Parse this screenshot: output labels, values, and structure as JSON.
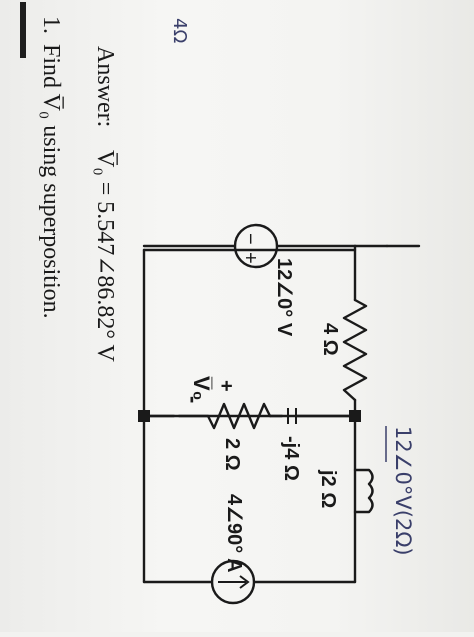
{
  "problem": {
    "number": "1.",
    "text": "Find V̅₀ using superposition."
  },
  "answer": {
    "label": "Answer:",
    "expression": "V̅₀ = 5.547∠86.82° V"
  },
  "circuit": {
    "voltage_source": {
      "label": "12∠0° V",
      "plus": "+",
      "minus": "−"
    },
    "r_top": "4 Ω",
    "capacitor": "-j4 Ω",
    "inductor": "j2 Ω",
    "r_mid": "2 Ω",
    "output": {
      "label": "V̅₀",
      "plus": "+",
      "minus": "-"
    },
    "current_source": "4∠90° A"
  },
  "handwritten": {
    "resistor_note": "4Ω",
    "source_note": "12∠0°V(2Ω)"
  }
}
